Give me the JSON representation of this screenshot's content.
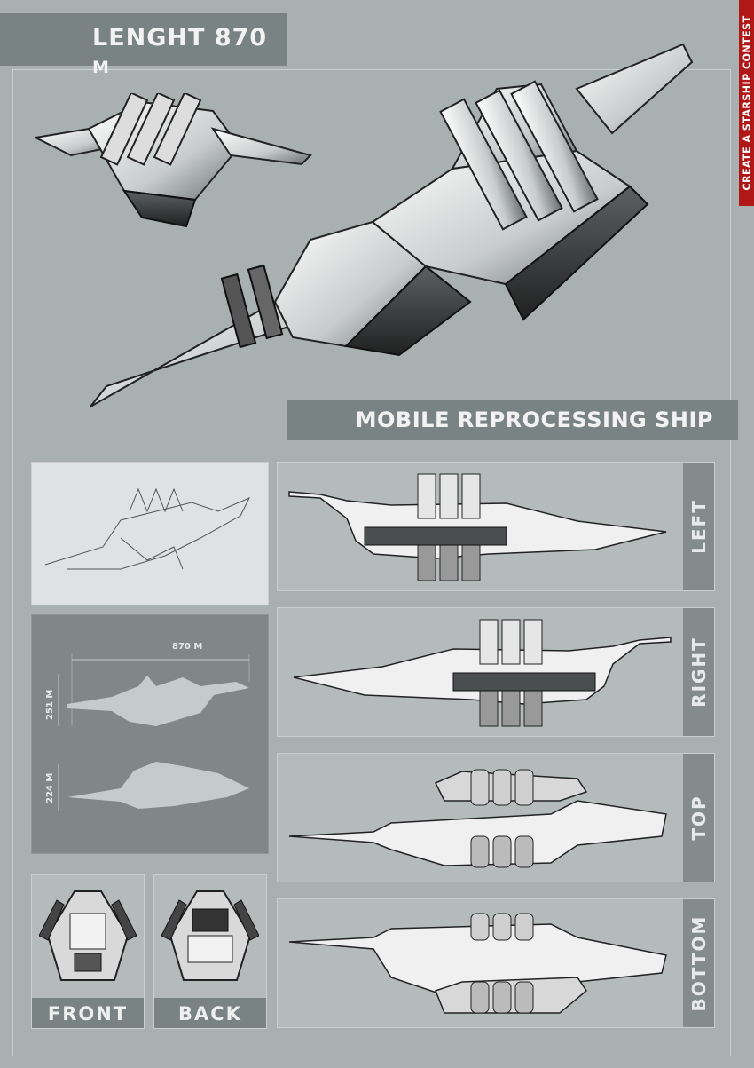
{
  "header": {
    "length_label": "LENGHT 870",
    "length_unit": "M",
    "ship_name": "MOBILE REPROCESSING SHIP",
    "contest_tab": "CREATE A STARSHIP CONTEST"
  },
  "dimensions": {
    "length": "870 M",
    "height_side": "251 M",
    "height_top": "224 M"
  },
  "views": {
    "left": "LEFT",
    "right": "RIGHT",
    "top": "TOP",
    "bottom": "BOTTOM",
    "front": "FRONT",
    "back": "BACK"
  },
  "colors": {
    "background": "#a9b0b0",
    "label_bar": "#7a8383",
    "contest_tab": "#b01818"
  }
}
